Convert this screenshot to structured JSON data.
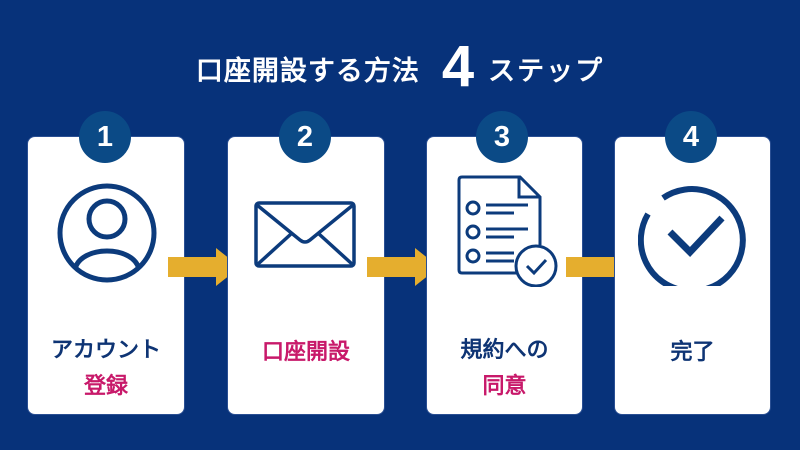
{
  "header": {
    "title": "口座開設する方法",
    "step_count": "4",
    "suffix": "ステップ"
  },
  "colors": {
    "background": "#07327A",
    "card": "#FFFFFF",
    "badge": "#0B4A86",
    "icon": "#0C3B7C",
    "text_navy": "#0E3474",
    "text_accent": "#C8196A",
    "arrow": "#E5AE2E"
  },
  "steps": [
    {
      "number": "1",
      "icon": "user-icon",
      "line1": "アカウント",
      "line2": "登録"
    },
    {
      "number": "2",
      "icon": "envelope-icon",
      "line1": "口座開設",
      "line2": ""
    },
    {
      "number": "3",
      "icon": "document-check-icon",
      "line1": "規約への",
      "line2": "同意"
    },
    {
      "number": "4",
      "icon": "check-circle-icon",
      "line1": "完了",
      "line2": ""
    }
  ]
}
